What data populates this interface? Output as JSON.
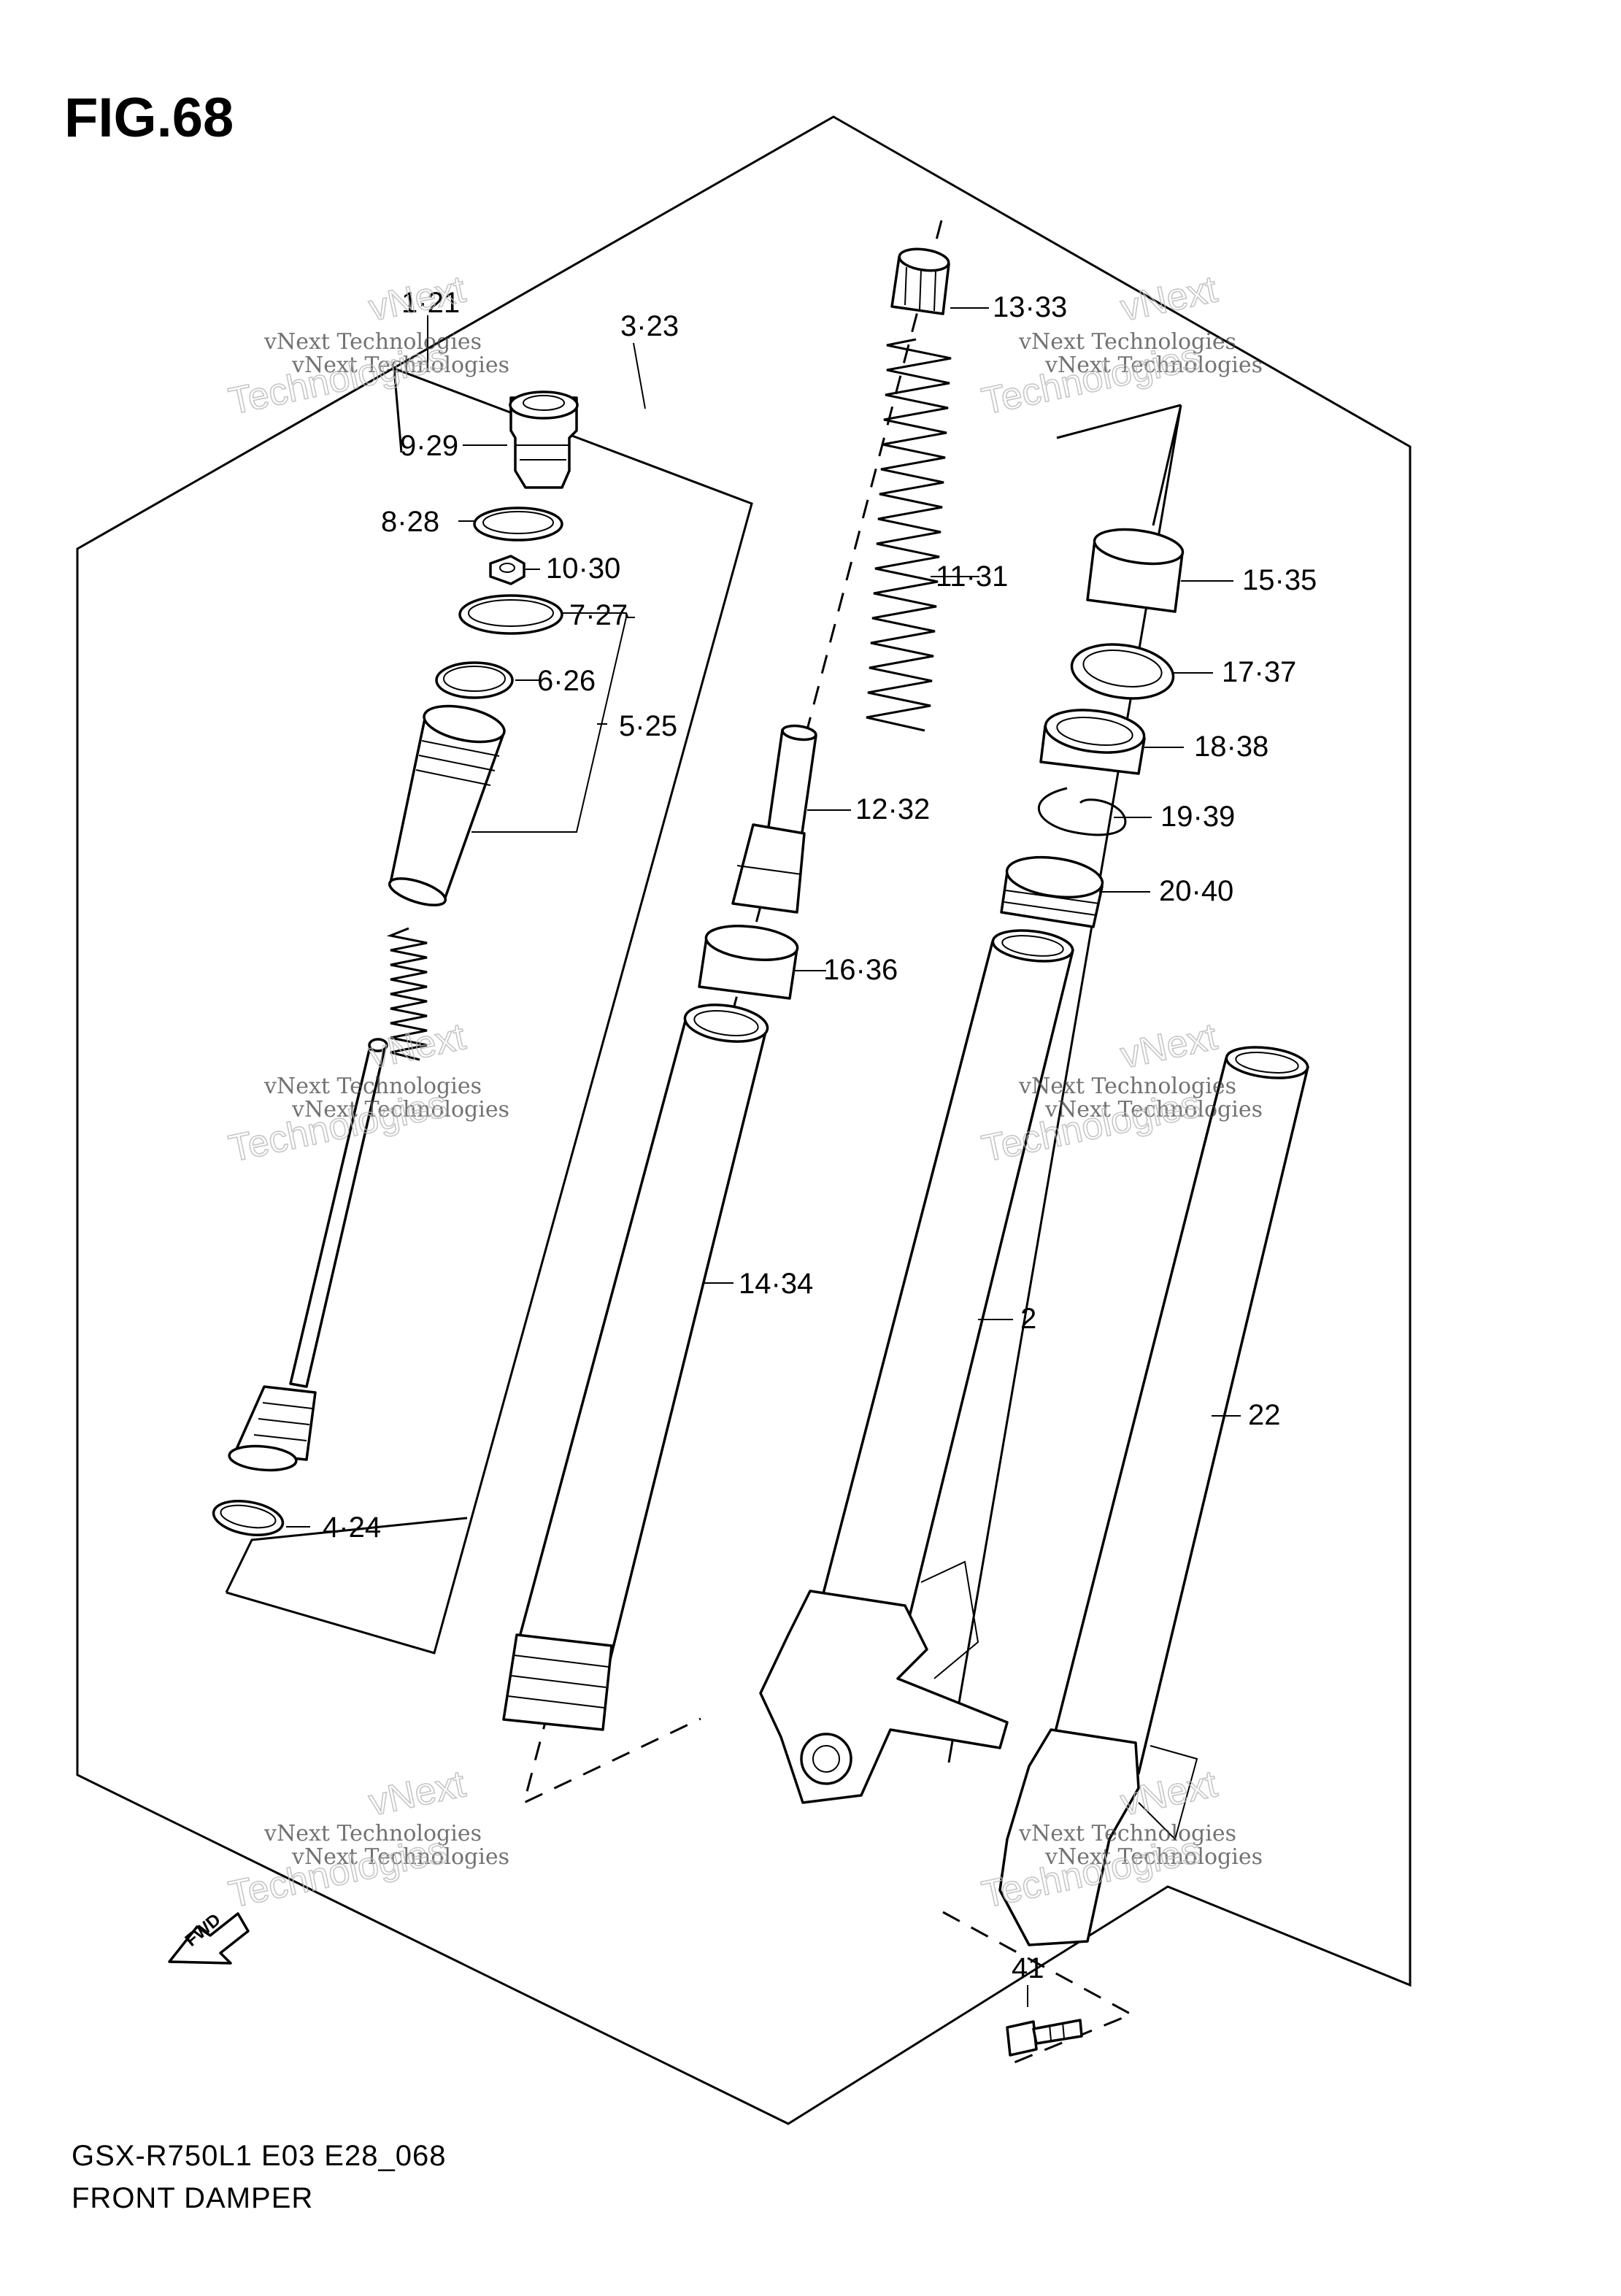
{
  "figure": {
    "title": "FIG.68",
    "model_code": "GSX-R750L1 E03 E28_068",
    "name": "FRONT DAMPER"
  },
  "fwd_label": "FWD",
  "watermark": {
    "line1": "vNext Technologies",
    "line2": "Technologies",
    "line3": "vNext"
  },
  "callouts": [
    "1·21",
    "3·23",
    "9·29",
    "8·28",
    "10·30",
    "7·27",
    "6·26",
    "5·25",
    "4·24",
    "13·33",
    "11·31",
    "12·32",
    "16·36",
    "14·34",
    "15·35",
    "17·37",
    "18·38",
    "19·39",
    "20·40",
    "2",
    "22",
    "41"
  ]
}
